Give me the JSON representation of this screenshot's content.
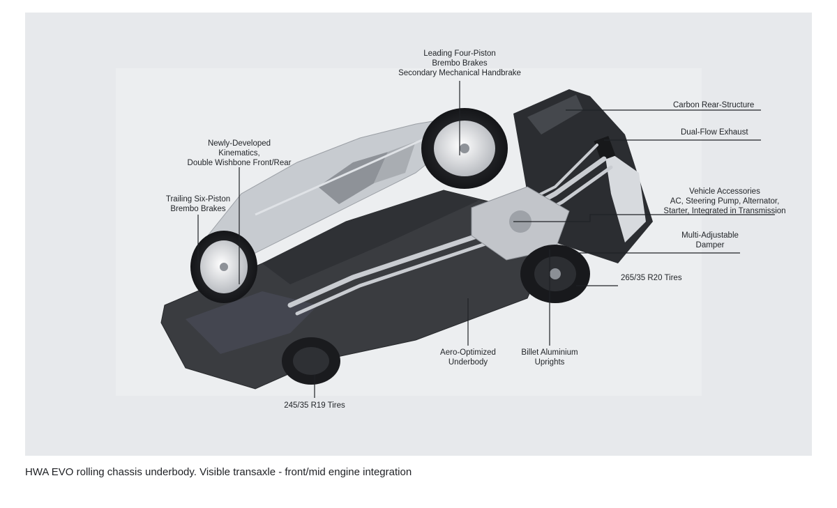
{
  "figure": {
    "callouts": [
      {
        "id": "front-brakes",
        "lines": [
          "Leading Four-Piston",
          "Brembo Brakes",
          "Secondary Mechanical Handbrake"
        ]
      },
      {
        "id": "rear-structure",
        "lines": [
          "Carbon Rear-Structure"
        ]
      },
      {
        "id": "exhaust",
        "lines": [
          "Dual-Flow Exhaust"
        ]
      },
      {
        "id": "kinematics",
        "lines": [
          "Newly-Developed",
          "Kinematics,",
          "Double Wishbone Front/Rear"
        ]
      },
      {
        "id": "accessories",
        "lines": [
          "Vehicle Accessories",
          "AC, Steering Pump, Alternator,",
          "Starter, Integrated in Transmission"
        ]
      },
      {
        "id": "rear-brakes",
        "lines": [
          "Trailing Six-Piston",
          "Brembo Brakes"
        ]
      },
      {
        "id": "damper",
        "lines": [
          "Multi-Adjustable",
          "Damper"
        ]
      },
      {
        "id": "tires-265",
        "lines": [
          "265/35 R20 Tires"
        ]
      },
      {
        "id": "underbody",
        "lines": [
          "Aero-Optimized",
          "Underbody"
        ]
      },
      {
        "id": "uprights",
        "lines": [
          "Billet Aluminium",
          "Uprights"
        ]
      },
      {
        "id": "tires-245",
        "lines": [
          "245/35 R19 Tires"
        ]
      }
    ]
  },
  "caption": "HWA EVO rolling chassis underbody. Visible transaxle - front/mid engine integration"
}
